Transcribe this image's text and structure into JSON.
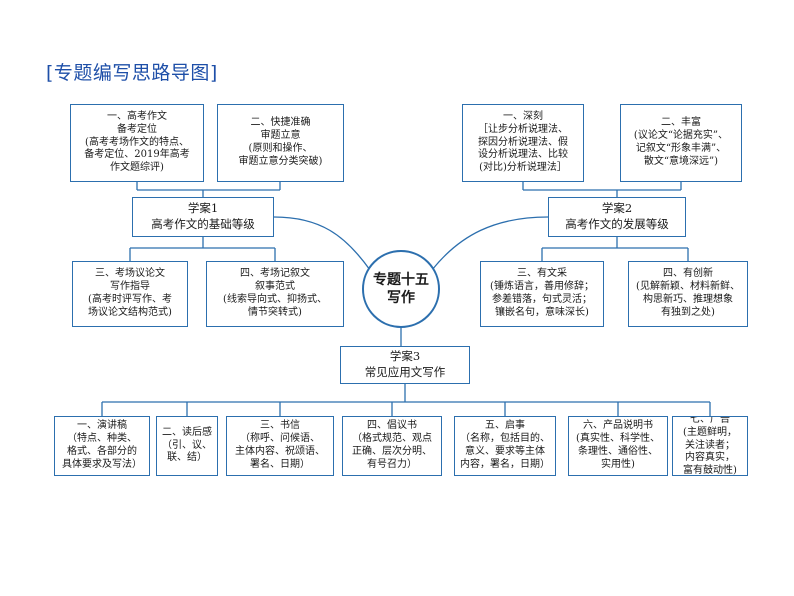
{
  "heading": "[专题编写思路导图]",
  "center": {
    "line1": "专题十五",
    "line2": "写作"
  },
  "hubs": {
    "h1": {
      "line1": "学案1",
      "line2": "高考作文的基础等级"
    },
    "h2": {
      "line1": "学案2",
      "line2": "高考作文的发展等级"
    },
    "h3": {
      "line1": "学案3",
      "line2": "常见应用文写作"
    }
  },
  "h1_children": [
    {
      "title": [
        "一、高考作文",
        "备考定位"
      ],
      "desc": [
        "(高考考场作文的特点、",
        "备考定位、2019年高考",
        "作文题综评)"
      ]
    },
    {
      "title": [
        "二、快捷准确",
        "审题立意"
      ],
      "desc": [
        "(原则和操作、",
        "审题立意分类突破)"
      ]
    },
    {
      "title": [
        "三、考场议论文",
        "写作指导"
      ],
      "desc": [
        "(高考时评写作、考",
        "场议论文结构范式)"
      ]
    },
    {
      "title": [
        "四、考场记叙文",
        "叙事范式"
      ],
      "desc": [
        "(线索导向式、抑扬式、",
        "情节突转式)"
      ]
    }
  ],
  "h2_children": [
    {
      "title": [
        "一、深刻"
      ],
      "desc": [
        "［让步分析说理法、",
        "探因分析说理法、假",
        "设分析说理法、比较",
        "(对比)分析说理法］"
      ]
    },
    {
      "title": [
        "二、丰富"
      ],
      "desc": [
        "(议论文“论据充实”、",
        "记叙文“形象丰满”、",
        "散文“意境深远”)"
      ]
    },
    {
      "title": [
        "三、有文采"
      ],
      "desc": [
        "(锤炼语言，善用修辞；",
        "参差错落，句式灵活；",
        "镶嵌名句，意味深长)"
      ]
    },
    {
      "title": [
        "四、有创新"
      ],
      "desc": [
        "(见解新颖、材料新鲜、",
        "构思新巧、推理想象",
        "有独到之处)"
      ]
    }
  ],
  "h3_children": [
    {
      "title": [
        "一、演讲稿"
      ],
      "desc": [
        "（特点、种类、",
        "格式、各部分的",
        "具体要求及写法）"
      ]
    },
    {
      "title": [
        "二、读后感"
      ],
      "desc": [
        "（引、议、",
        "联、结）"
      ]
    },
    {
      "title": [
        "三、书信"
      ],
      "desc": [
        "（称呼、问候语、",
        "主体内容、祝颂语、",
        "署名、日期）"
      ]
    },
    {
      "title": [
        "四、倡议书"
      ],
      "desc": [
        "（格式规范、观点",
        "正确、层次分明、",
        "有号召力）"
      ]
    },
    {
      "title": [
        "五、启事"
      ],
      "desc": [
        "（名称，包括目的、",
        "意义、要求等主体",
        "内容，署名，日期）"
      ]
    },
    {
      "title": [
        "六、产品说明书"
      ],
      "desc": [
        "(真实性、科学性、",
        "条理性、通俗性、",
        "实用性)"
      ]
    },
    {
      "title": [
        "七、广告"
      ],
      "desc": [
        "(主题鲜明，",
        "关注读者；",
        "内容真实，",
        "富有鼓动性)"
      ]
    }
  ],
  "colors": {
    "line": "#2c6fae",
    "heading": "#1e4fa8"
  }
}
